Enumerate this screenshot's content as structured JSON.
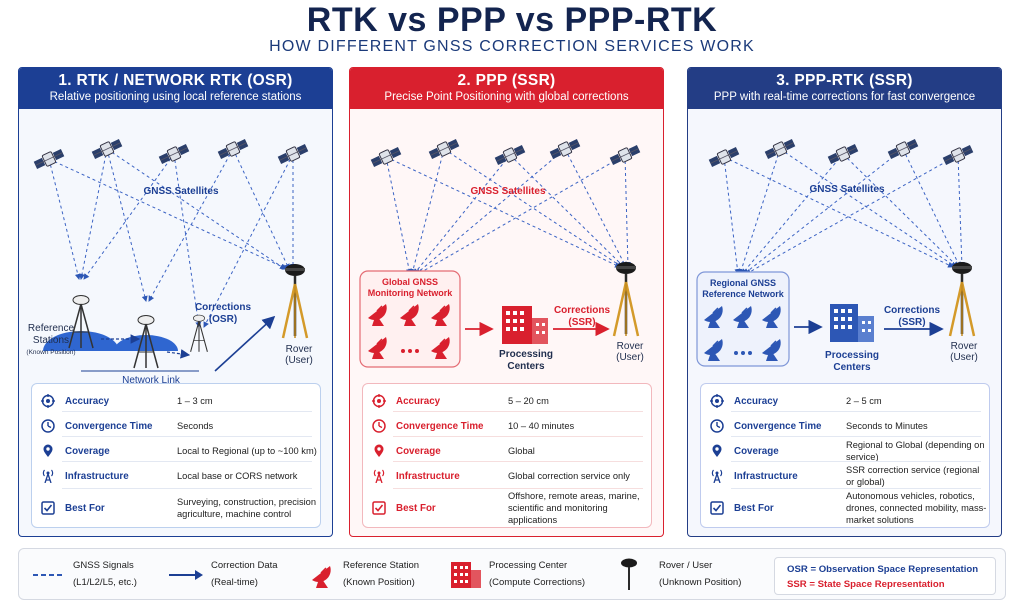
{
  "title": "RTK vs PPP vs PPP-RTK",
  "subtitle": "HOW DIFFERENT GNSS CORRECTION SERVICES WORK",
  "panels": [
    {
      "header": "1. RTK / NETWORK RTK (OSR)",
      "subheader": "Relative positioning using local reference stations",
      "satellites_label": "GNSS Satellites",
      "reference_label": "Reference Stations",
      "reference_sub": "(Known Position)",
      "corrections_label": "Corrections (OSR)",
      "network_link_label": "Network Link",
      "rover_label": "Rover",
      "rover_sub": "(User)",
      "rows": [
        {
          "key": "Accuracy",
          "value": "1 – 3 cm",
          "icon": "target-icon"
        },
        {
          "key": "Convergence Time",
          "value": "Seconds",
          "icon": "clock-icon"
        },
        {
          "key": "Coverage",
          "value": "Local to Regional (up to ~100 km)",
          "icon": "map-pin-icon"
        },
        {
          "key": "Infrastructure",
          "value": "Local base or CORS network",
          "icon": "antenna-icon"
        },
        {
          "key": "Best For",
          "value": "Surveying, construction, precision agriculture, machine control",
          "icon": "checkbox-icon"
        }
      ]
    },
    {
      "header": "2. PPP (SSR)",
      "subheader": "Precise Point Positioning with global corrections",
      "satellites_label": "GNSS Satellites",
      "network_label": "Global GNSS Monitoring Network",
      "processing_label": "Processing Centers",
      "corrections_label": "Corrections (SSR)",
      "rover_label": "Rover",
      "rover_sub": "(User)",
      "rows": [
        {
          "key": "Accuracy",
          "value": "5 – 20 cm",
          "icon": "target-icon"
        },
        {
          "key": "Convergence Time",
          "value": "10 – 40 minutes",
          "icon": "clock-icon"
        },
        {
          "key": "Coverage",
          "value": "Global",
          "icon": "map-pin-icon"
        },
        {
          "key": "Infrastructure",
          "value": "Global correction service only",
          "icon": "antenna-icon"
        },
        {
          "key": "Best For",
          "value": "Offshore, remote areas, marine, scientific and monitoring applications",
          "icon": "checkbox-icon"
        }
      ]
    },
    {
      "header": "3. PPP-RTK (SSR)",
      "subheader": "PPP with real-time corrections for fast convergence",
      "satellites_label": "GNSS Satellites",
      "network_label": "Regional GNSS Reference Network",
      "processing_label": "Processing Centers",
      "corrections_label": "Corrections (SSR)",
      "rover_label": "Rover",
      "rover_sub": "(User)",
      "rows": [
        {
          "key": "Accuracy",
          "value": "2 – 5 cm",
          "icon": "target-icon"
        },
        {
          "key": "Convergence Time",
          "value": "Seconds to Minutes",
          "icon": "clock-icon"
        },
        {
          "key": "Coverage",
          "value": "Regional to Global (depending on service)",
          "icon": "map-pin-icon"
        },
        {
          "key": "Infrastructure",
          "value": "SSR correction service (regional or global)",
          "icon": "antenna-icon"
        },
        {
          "key": "Best For",
          "value": "Autonomous vehicles, robotics, drones, connected mobility, mass-market solutions",
          "icon": "checkbox-icon"
        }
      ]
    }
  ],
  "legend": {
    "signals": "GNSS Signals",
    "signals_sub": "(L1/L2/L5, etc.)",
    "correction": "Correction Data",
    "correction_sub": "(Real-time)",
    "station": "Reference Station",
    "station_sub": "(Known Position)",
    "processing": "Processing Center",
    "processing_sub": "(Compute Corrections)",
    "rover": "Rover / User",
    "rover_sub": "(Unknown Position)",
    "osr": "OSR = Observation Space Representation",
    "ssr": "SSR = State Space Representation"
  },
  "colors": {
    "navy": "#13244f",
    "blue": "#1c3f94",
    "red": "#d9202e"
  }
}
